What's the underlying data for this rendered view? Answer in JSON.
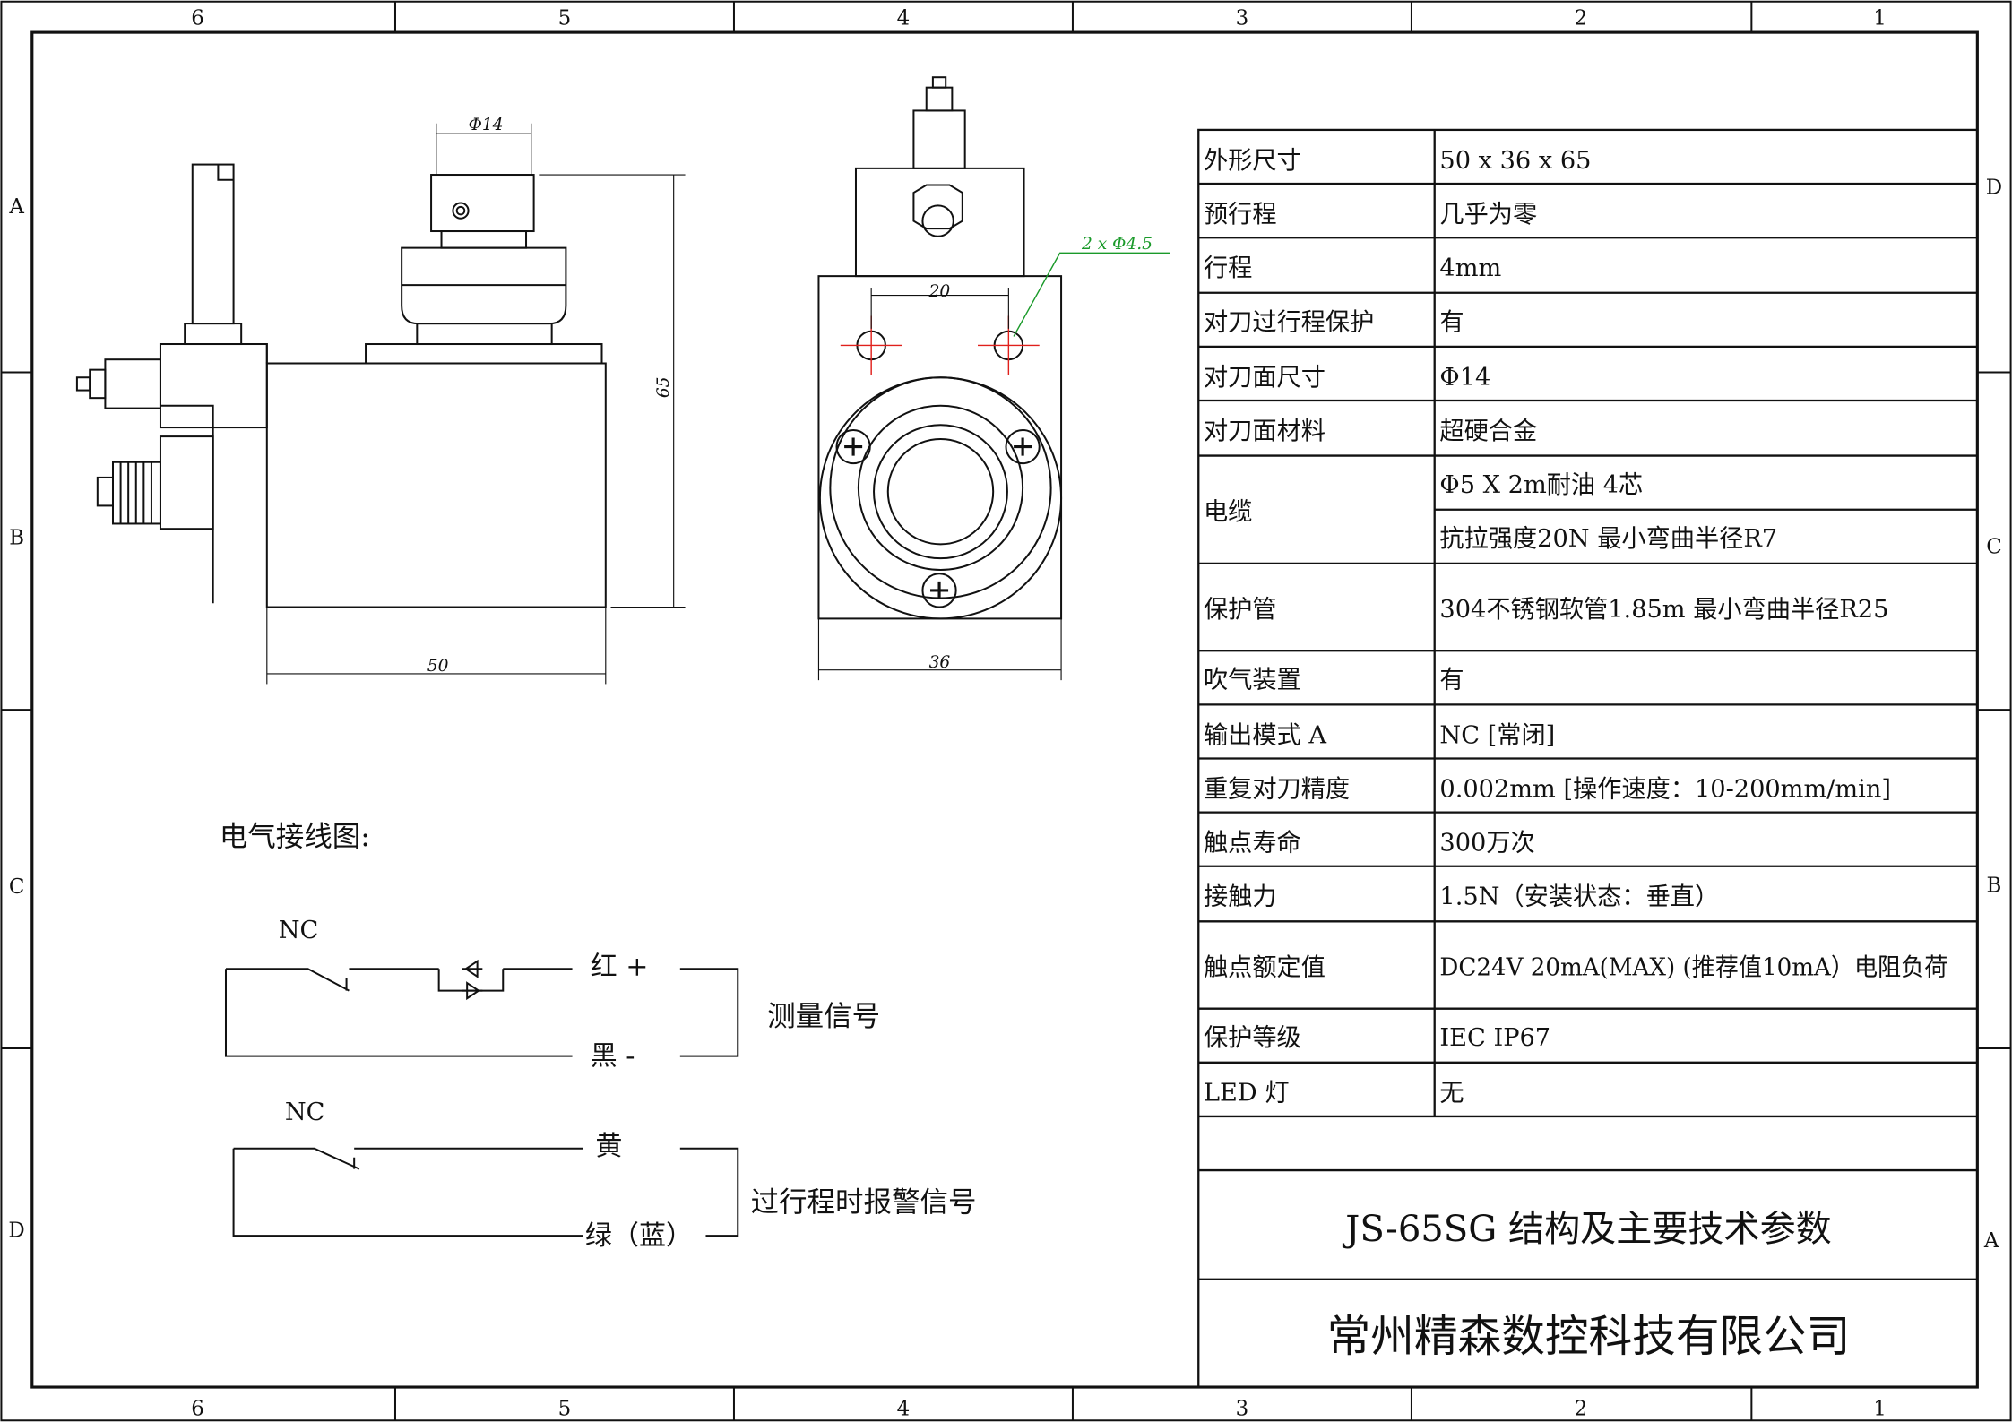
{
  "frame": {
    "columns": [
      "6",
      "5",
      "4",
      "3",
      "2",
      "1"
    ],
    "rows_left": [
      "A",
      "B",
      "C",
      "D"
    ],
    "rows_right": [
      "D",
      "C",
      "B",
      "A"
    ]
  },
  "dimensions": {
    "probe_diameter": "Φ14",
    "height": "65",
    "width": "50",
    "depth": "36",
    "hole_spacing": "20",
    "holes": "2 x Φ4.5"
  },
  "wiring": {
    "title": "电气接线图:",
    "circuit1": {
      "contact": "NC",
      "wire_pos": "红 +",
      "wire_neg": "黑 -",
      "signal": "测量信号"
    },
    "circuit2": {
      "contact": "NC",
      "wire_a": "黄",
      "wire_b": "绿（蓝）",
      "signal": "过行程时报警信号"
    }
  },
  "specs": [
    {
      "label": "外形尺寸",
      "value": "50 x 36 x 65"
    },
    {
      "label": "预行程",
      "value": "几乎为零"
    },
    {
      "label": "行程",
      "value": "4mm"
    },
    {
      "label": "对刀过行程保护",
      "value": "有"
    },
    {
      "label": "对刀面尺寸",
      "value": "Φ14"
    },
    {
      "label": "对刀面材料",
      "value": "超硬合金"
    },
    {
      "label": "电缆",
      "value": "Φ5 X 2m耐油 4芯",
      "value2": "抗拉强度20N 最小弯曲半径R7"
    },
    {
      "label": "保护管",
      "value": "304不锈钢软管1.85m 最小弯曲半径R25"
    },
    {
      "label": "吹气装置",
      "value": "有"
    },
    {
      "label": "输出模式 A",
      "value": "NC [常闭]"
    },
    {
      "label": "重复对刀精度",
      "value": "0.002mm [操作速度：10-200mm/min]"
    },
    {
      "label": "触点寿命",
      "value": "300万次"
    },
    {
      "label": "接触力",
      "value": "1.5N（安装状态：垂直）"
    },
    {
      "label": "触点额定值",
      "value": "DC24V 20mA(MAX) (推荐值10mA）电阻负荷"
    },
    {
      "label": "保护等级",
      "value": "IEC IP67"
    },
    {
      "label": "LED 灯",
      "value": "无"
    }
  ],
  "title_block": {
    "title": "JS-65SG 结构及主要技术参数",
    "company": "常州精森数控科技有限公司"
  },
  "colors": {
    "centerline": "#e0201c",
    "leader": "#1a9a2a"
  }
}
